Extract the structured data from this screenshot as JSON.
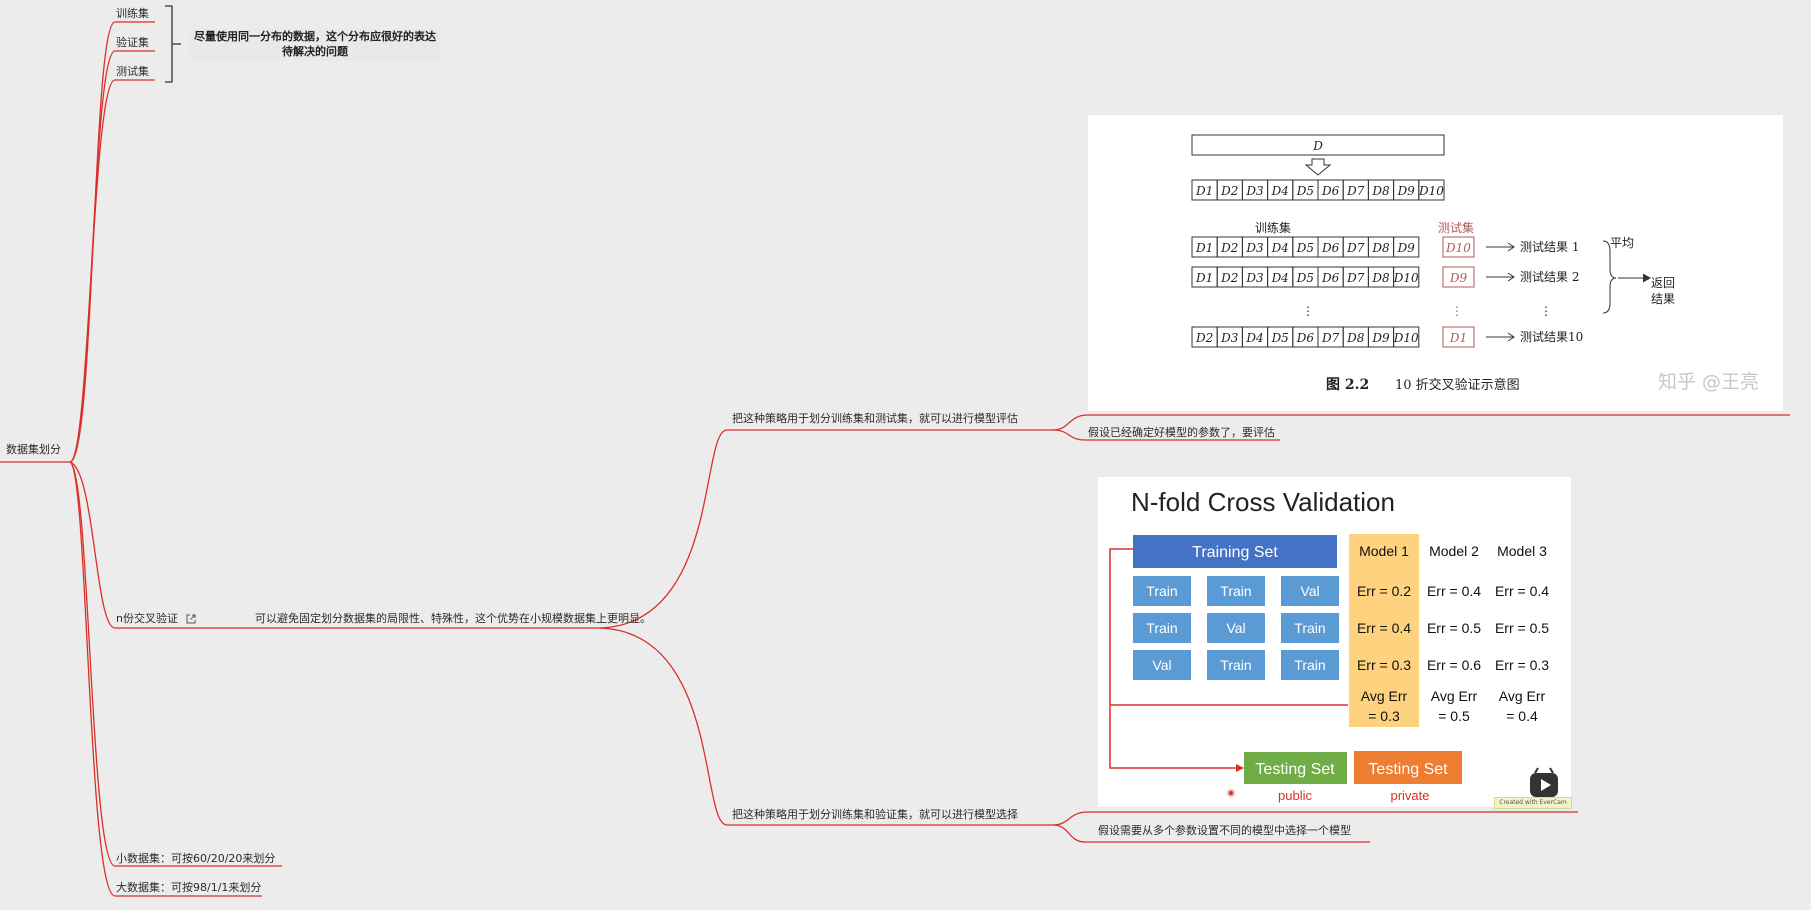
{
  "mindmap": {
    "root": "数据集划分",
    "split_items": [
      "训练集",
      "验证集",
      "测试集"
    ],
    "split_note": "尽量使用同一分布的数据，这个分布应很好的表达待解决的问题",
    "nfold_label": "n份交叉验证",
    "nfold_desc": "可以避免固定划分数据集的局限性、特殊性，这个优势在小规模数据集上更明显。",
    "branch_eval": "把这种策略用于划分训练集和测试集，就可以进行模型评估",
    "branch_eval_note": "假设已经确定好模型的参数了，要评估",
    "branch_select": "把这种策略用于划分训练集和验证集，就可以进行模型选择",
    "branch_select_note": "假设需要从多个参数设置不同的模型中选择一个模型",
    "small_data": "小数据集：可按60/20/20来划分",
    "large_data": "大数据集：可按98/1/1来划分"
  },
  "fig10fold": {
    "D": "D",
    "parts": [
      "D1",
      "D2",
      "D3",
      "D4",
      "D5",
      "D6",
      "D7",
      "D8",
      "D9",
      "D10"
    ],
    "train_label": "训练集",
    "test_label": "测试集",
    "rows": [
      {
        "train": [
          "D1",
          "D2",
          "D3",
          "D4",
          "D5",
          "D6",
          "D7",
          "D8",
          "D9"
        ],
        "test": "D10",
        "result": "测试结果 1"
      },
      {
        "train": [
          "D1",
          "D2",
          "D3",
          "D4",
          "D5",
          "D6",
          "D7",
          "D8",
          "D10"
        ],
        "test": "D9",
        "result": "测试结果 2"
      },
      {
        "train": [
          "D2",
          "D3",
          "D4",
          "D5",
          "D6",
          "D7",
          "D8",
          "D9",
          "D10"
        ],
        "test": "D1",
        "result": "测试结果10"
      }
    ],
    "dots": "⋮",
    "avg": "平均",
    "return": "返回",
    "result": "结果",
    "caption_num": "图 2.2",
    "caption_text": "10 折交叉验证示意图",
    "watermark": "知乎 @王亮"
  },
  "nfold": {
    "title": "N-fold Cross Validation",
    "training_set": "Training Set",
    "grid": [
      [
        "Train",
        "Train",
        "Val"
      ],
      [
        "Train",
        "Val",
        "Train"
      ],
      [
        "Val",
        "Train",
        "Train"
      ]
    ],
    "models": [
      "Model 1",
      "Model 2",
      "Model 3"
    ],
    "errors": [
      [
        "Err = 0.2",
        "Err = 0.4",
        "Err = 0.4"
      ],
      [
        "Err = 0.4",
        "Err = 0.5",
        "Err = 0.5"
      ],
      [
        "Err = 0.3",
        "Err = 0.6",
        "Err = 0.3"
      ]
    ],
    "avg_top": [
      "Avg Err",
      "Avg Err",
      "Avg Err"
    ],
    "avg_bottom": [
      "= 0.3",
      "= 0.5",
      "= 0.4"
    ],
    "testing_public": "Testing Set",
    "testing_private": "Testing Set",
    "public": "public",
    "private": "private",
    "evercam": "Created with EverCam"
  },
  "colors": {
    "line": "#d9302a",
    "blue_dark": "#4472c4",
    "blue": "#5b9bd5",
    "orange": "#ed7d31",
    "green": "#70ad47",
    "highlight": "#ffd27f"
  }
}
